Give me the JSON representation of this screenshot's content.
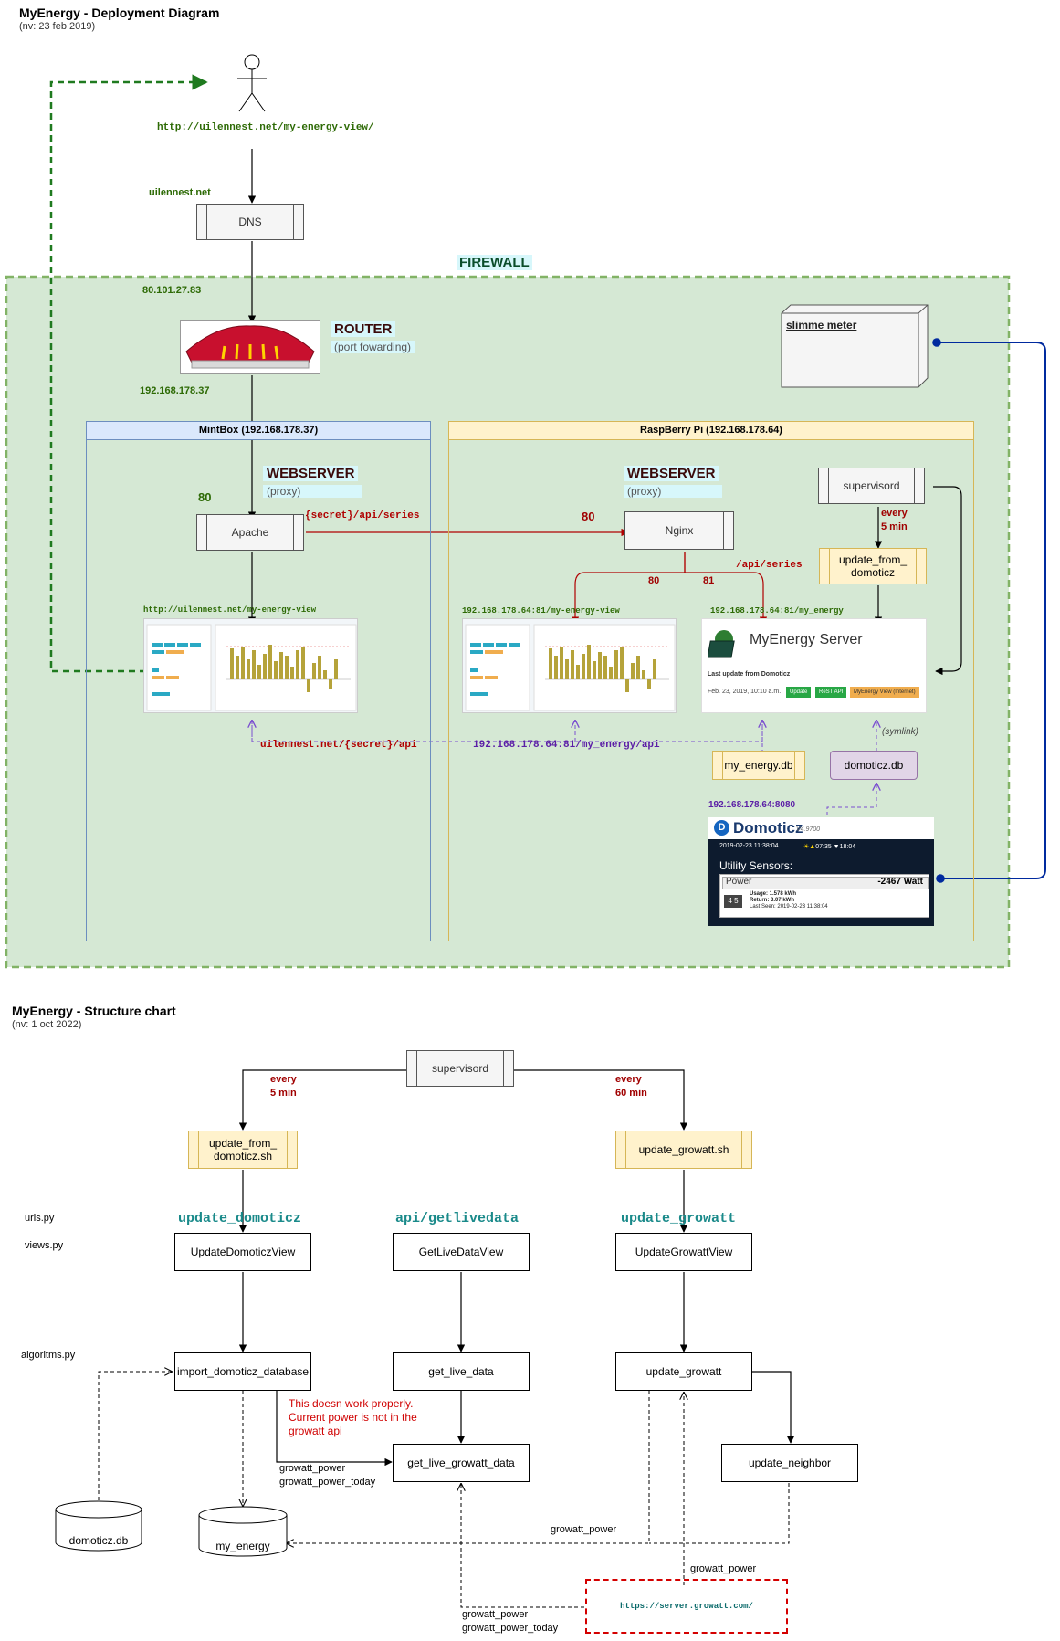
{
  "deployment": {
    "title": "MyEnergy  - Deployment Diagram",
    "version": "(nv: 23 feb 2019)",
    "user_url": "http://uilennest.net/my-energy-view/",
    "dns_name": "uilennest.net",
    "dns_box": "DNS",
    "firewall_label": "FIREWALL",
    "public_ip": "80.101.27.83",
    "router_label": "ROUTER",
    "router_sub": "(port fowarding)",
    "router_lan_ip": "192.168.178.37",
    "smart_meter": "slimme meter",
    "mintbox": {
      "title": "MintBox (192.168.178.37)",
      "webserver": "WEBSERVER",
      "webserver_sub": "(proxy)",
      "port": "80",
      "apache": "Apache",
      "route_label": "{secret}/api/series",
      "view_url": "http://uilennest.net/my-energy-view",
      "api_url": "uilennest.net/{secret}/api"
    },
    "raspberry": {
      "title": "RaspBerry Pi (192.168.178.64)",
      "webserver": "WEBSERVER",
      "webserver_sub": "(proxy)",
      "port_in": "80",
      "nginx": "Nginx",
      "api_series": "/api/series",
      "port_80": "80",
      "port_81": "81",
      "supervisord": "supervisord",
      "every": "every",
      "every_time": "5 min",
      "update_from_domoticz": "update_from_\ndomoticz",
      "view_url": "192.168.178.64:81/my-energy-view",
      "server_url": "192.168.178.64:81/my_energy",
      "api_url": "192.168.178.64:81/my_energy/api",
      "my_energy_db": "my_energy.db",
      "domoticz_db": "domoticz.db",
      "symlink": "(symlink)",
      "domoticz_url": "192.168.178.64:8080"
    },
    "server_screenshot": {
      "name": "MyEnergy Server",
      "last_update": "Last update from Domoticz",
      "date": "Feb. 23, 2019, 10:10 a.m.",
      "btn_update": "Update",
      "btn_rest": "ReST API",
      "btn_view": "MyEnergy View (Internet)"
    },
    "domoticz_screenshot": {
      "logo": "Domoticz",
      "version": "V4.9700",
      "timestamp": "2019-02-23 11:38:04",
      "sun": "07:35  ▼18:04",
      "section": "Utility Sensors:",
      "sensor": "Power",
      "value": "-2467 Watt",
      "usage": "Usage: 1.578 kWh",
      "return": "Return: 3.07 kWh",
      "last_seen": "Last Seen: 2019-02-23 11:38:04"
    }
  },
  "structure": {
    "title": "MyEnergy  - Structure chart",
    "version": "(nv: 1 oct 2022)",
    "supervisord": "supervisord",
    "every_left": "every",
    "every_left_time": "5 min",
    "every_right": "every",
    "every_right_time": "60 min",
    "update_from_domoticz": "update_from_\ndomoticz.sh",
    "update_growatt_sh": "update_growatt.sh",
    "urls_py": "urls.py",
    "views_py": "views.py",
    "algoritms_py": "algoritms.py",
    "url_update_domoticz": "update_domoticz",
    "url_getlivedata": "api/getlivedata",
    "url_update_growatt": "update_growatt",
    "view_domoticz": "UpdateDomoticzView",
    "view_livedata": "GetLiveDataView",
    "view_growatt": "UpdateGrowattView",
    "fn_import": "import_domoticz_database",
    "fn_get_live": "get_live_data",
    "fn_update_growatt": "update_growatt",
    "fn_live_growatt": "get_live_growatt_data",
    "fn_neighbor": "update_neighbor",
    "warning": "This doesn work properly.\nCurrent power is not in the\ngrowatt api",
    "label_power_1": "growatt_power",
    "label_power_today_1": "growatt_power_today",
    "db_domoticz": "domoticz.db",
    "db_my_energy": "my_energy",
    "label_growatt_power_mid": "growatt_power",
    "label_growatt_power_right": "growatt_power",
    "label_power_2": "growatt_power",
    "label_power_today_2": "growatt_power_today",
    "growatt_url": "https://server.growatt.com/"
  }
}
